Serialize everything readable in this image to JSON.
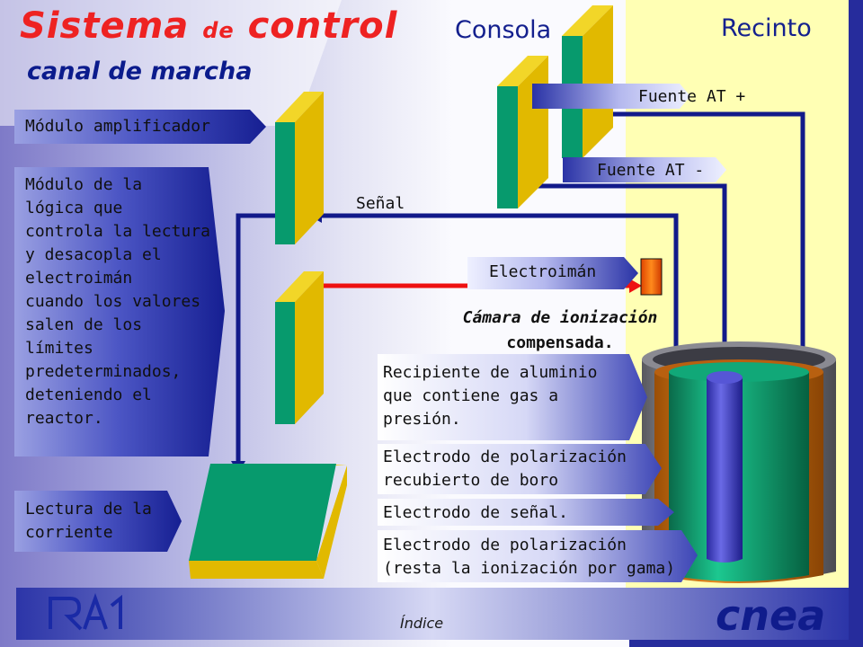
{
  "title": {
    "sistema": "Sistema",
    "de": "de",
    "control": "control",
    "subtitle": "canal de marcha"
  },
  "headers": {
    "consola": "Consola",
    "recinto": "Recinto"
  },
  "labels": {
    "modulo_amplificador": "Módulo amplificador",
    "modulo_logica": [
      "Módulo de la",
      "lógica que",
      "controla la lectura",
      "y desacopla el",
      "electroimán",
      "cuando los valores",
      "salen de los",
      "límites",
      "predeterminados,",
      "deteniendo el",
      "reactor."
    ],
    "lectura": [
      "Lectura de la",
      "corriente"
    ],
    "fuente_pos": "Fuente AT +",
    "fuente_neg": "Fuente AT -",
    "senal": "Señal",
    "electroiman": "Electroimán",
    "camara": [
      "Cámara de ionización",
      "compensada."
    ],
    "recipiente": [
      "Recipiente de aluminio",
      "que contiene gas a",
      "presión."
    ],
    "electrodo_boro": [
      "Electrodo de polarización",
      "recubierto de boro"
    ],
    "electrodo_senal": "Electrodo de señal.",
    "electrodo_gama": [
      "Electrodo de polarización",
      "(resta la ionización por gama)"
    ]
  },
  "footer": {
    "logo": "RA1",
    "indice": "Índice",
    "cnea": "cnea"
  },
  "colors": {
    "title_red": "#ee2222",
    "navy": "#0b1b8c",
    "box_green": "#079a6d",
    "box_yellow": "#e1b900",
    "wire_blue": "#121a8a",
    "wire_red": "#ee1111",
    "recinto_bg": "#ffffb4",
    "chamber_orange": "#c9700e"
  }
}
